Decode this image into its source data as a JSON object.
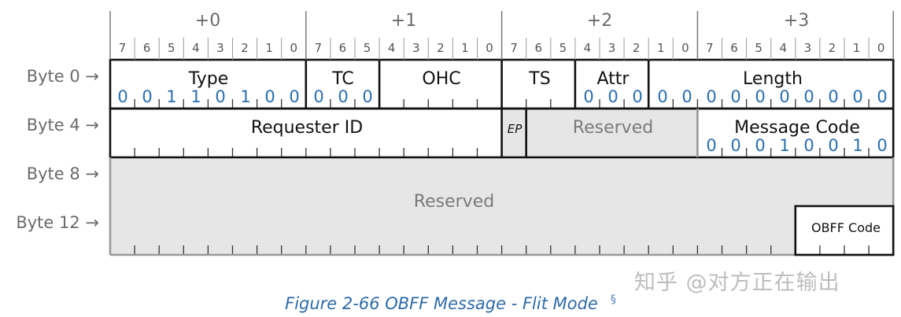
{
  "byte_headers": [
    "+0",
    "+1",
    "+2",
    "+3"
  ],
  "bit_numbers": [
    "7",
    "6",
    "5",
    "4",
    "3",
    "2",
    "1",
    "0"
  ],
  "row_labels": [
    "Byte 0 →",
    "Byte 4 →",
    "Byte 8 →",
    "Byte 12 →"
  ],
  "fields": {
    "type": "Type",
    "tc": "TC",
    "ohc": "OHC",
    "ts": "TS",
    "attr": "Attr",
    "length": "Length",
    "requester_id": "Requester ID",
    "ep": "EP",
    "reserved_dw1": "Reserved",
    "message_code": "Message Code",
    "reserved_big": "Reserved",
    "obff_code": "OBFF Code"
  },
  "bit_values": {
    "type": [
      "0",
      "0",
      "1",
      "1",
      "0",
      "1",
      "0",
      "0"
    ],
    "tc": [
      "0",
      "0",
      "0"
    ],
    "attr": [
      "0",
      "0",
      "0"
    ],
    "length": [
      "0",
      "0",
      "0",
      "0",
      "0",
      "0",
      "0",
      "0",
      "0",
      "0"
    ],
    "message_code": [
      "0",
      "0",
      "0",
      "1",
      "0",
      "0",
      "1",
      "0"
    ]
  },
  "caption": "Figure 2-66 OBFF Message - Flit Mode",
  "caption_mark": "§",
  "watermark": "知乎 @对方正在输出",
  "colors": {
    "reserved_fill": "#e6e6e6",
    "bit_value": "#2a6eb0",
    "caption": "#2e6aa8"
  }
}
